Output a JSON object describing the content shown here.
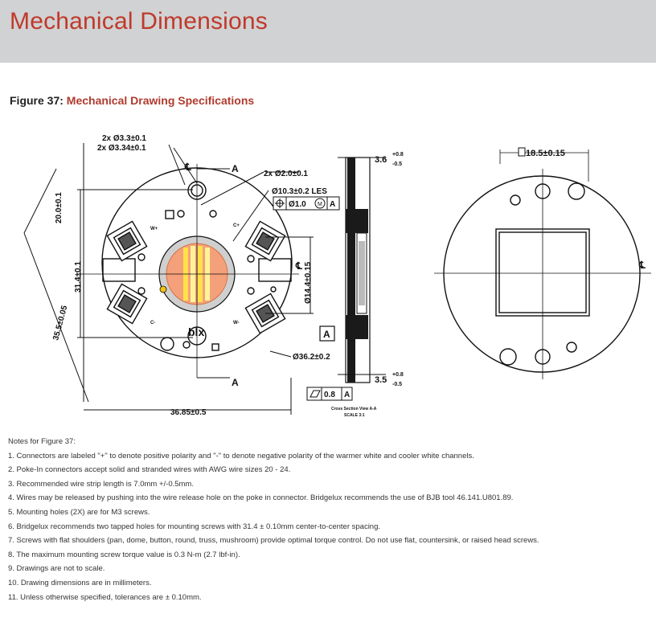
{
  "header": {
    "title": "Mechanical Dimensions"
  },
  "figure": {
    "label": "Figure 37:",
    "title": "Mechanical Drawing Specifications"
  },
  "drawing": {
    "hole_spec_1": "2x Ø3.3±0.1",
    "hole_spec_2": "2x Ø3.34±0.1",
    "datum_a": "A",
    "small_holes": "2x Ø2.0±0.1",
    "les": "Ø10.3±0.2 LES",
    "position_tol": "Ø1.0",
    "position_mod": "M",
    "position_ref": "A",
    "width_20": "20.0±0.1",
    "height_314": "31.4±0.1",
    "diag_355": "35.5±0.05",
    "dia_144": "Ø14.4±0.15",
    "outer_dia": "Ø36.2±0.2",
    "width_3685": "36.85±0.5",
    "logo": "blx",
    "label_wplus": "W+",
    "label_cplus": "C+",
    "label_cminus": "C-",
    "label_wminus": "W-",
    "side_top": "3.6",
    "side_top_tol_up": "+0.8",
    "side_top_tol_down": "-0.5",
    "side_bottom": "3.5",
    "side_bottom_tol_up": "+0.8",
    "side_bottom_tol_down": "-0.5",
    "flatness": "0.8",
    "datum_box": "A",
    "section_1": "Cross Section View A-A",
    "section_2": "SCALE 3:1",
    "right_dim": "18.5±0.15",
    "centerline": "℄"
  },
  "notes": {
    "heading": "Notes for Figure 37:",
    "items": [
      "1.  Connectors are labeled \"+\" to denote positive polarity and \"-\" to denote negative polarity of the warmer white and cooler white channels.",
      "2.  Poke-In connectors accept solid and stranded wires with AWG wire sizes  20 - 24.",
      "3.  Recommended wire strip length is 7.0mm +/-0.5mm.",
      "4.  Wires may be released by pushing into the wire release hole on the poke in connector. Bridgelux recommends the use of BJB tool 46.141.U801.89.",
      "5.  Mounting holes (2X) are for M3 screws.",
      "6.  Bridgelux recommends two tapped holes for mounting screws with 31.4 ± 0.10mm center-to-center spacing.",
      "7.  Screws with flat shoulders (pan, dome, button, round, truss, mushroom) provide optimal torque control. Do not use flat, countersink, or raised head screws.",
      "8.  The maximum mounting screw torque value is 0.3 N-m (2.7 lbf-in).",
      "9.  Drawings are not to scale.",
      "10. Drawing dimensions are in millimeters.",
      "11.  Unless otherwise specified, tolerances are ± 0.10mm."
    ]
  }
}
